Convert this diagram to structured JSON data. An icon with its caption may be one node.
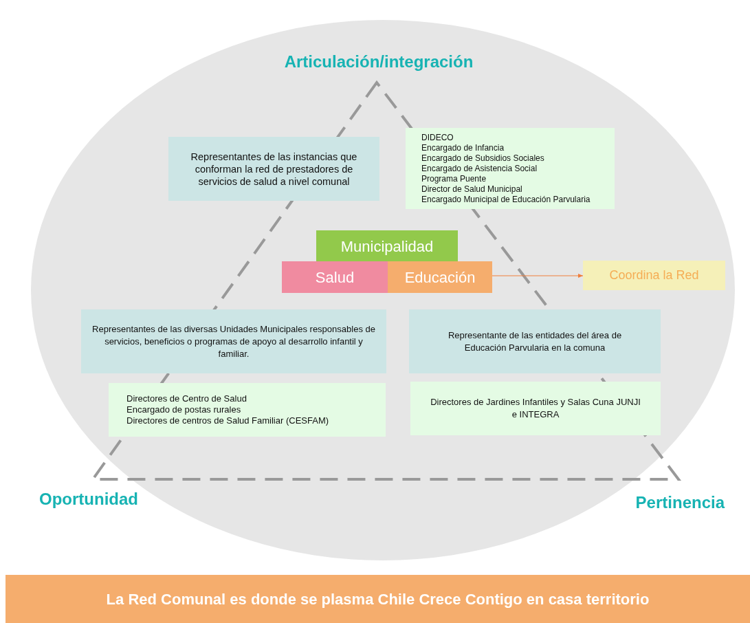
{
  "diagram": {
    "nodes": [
      {
        "text": [
          "Representantes de las instancias que conforman la red de prestadores de servicios de salud a nivel comunal"
        ]
      },
      {
        "text": [
          "DIDECO",
          "Encargado de Infancia",
          "Encargado de Subsidios Sociales",
          "Encargado de Asistencia Social",
          "Programa Puente",
          "Director de Salud Municipal",
          "Encargado Municipal de Educación Parvularia"
        ]
      },
      {
        "text": [
          "Municipalidad"
        ]
      },
      {
        "text": [
          "Salud"
        ]
      },
      {
        "text": [
          "Educación"
        ]
      },
      {
        "text": [
          "Coordina la Red"
        ]
      },
      {
        "text": [
          "Representantes de las diversas Unidades Municipales responsables de servicios, beneficios o programas de apoyo al desarrollo infantil y familiar."
        ]
      },
      {
        "text": [
          "Directores de Centro de Salud",
          "Encargado de postas rurales",
          "Directores de centros de Salud Familiar (CESFAM)"
        ]
      },
      {
        "text": [
          "Representante de las entidades del área de Educación Parvularia en la comuna"
        ]
      },
      {
        "text": [
          "Directores de Jardines Infantiles y Salas Cuna JUNJI e INTEGRA"
        ]
      },
      {
        "text": [
          "La Red Comunal es donde se plasma Chile Crece Contigo en casa territorio"
        ]
      }
    ],
    "edges": [
      {
        "from": 4,
        "to": 5,
        "arrow": "to",
        "color": "#f07f3c"
      }
    ],
    "labels": [
      "Articulación/integración",
      "Oportunidad",
      "Pertinencia"
    ]
  }
}
